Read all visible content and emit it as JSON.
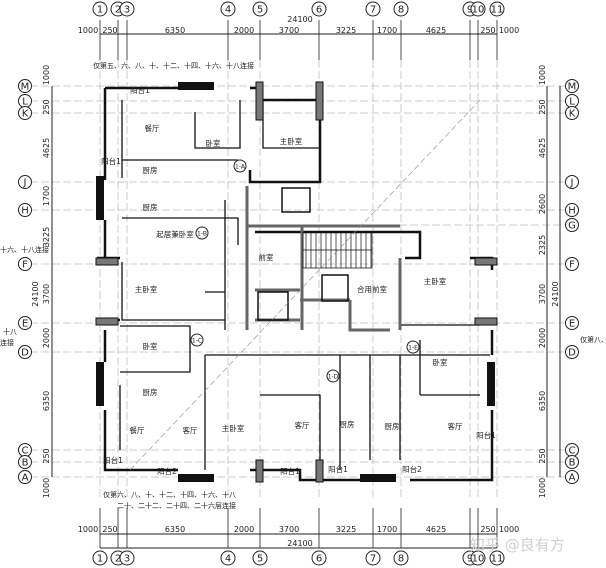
{
  "axes_x": [
    "1",
    "2",
    "3",
    "4",
    "5",
    "6",
    "7",
    "8",
    "9",
    "10",
    "11"
  ],
  "axes_y": [
    "M",
    "L",
    "K",
    "J",
    "H",
    "G",
    "F",
    "E",
    "D",
    "C",
    "B",
    "A"
  ],
  "dims_top": [
    "1000",
    "250",
    "6350",
    "2000",
    "3700",
    "3225",
    "1700",
    "4625",
    "250",
    "1000"
  ],
  "dims_total": "24100",
  "dims_left": [
    "1000",
    "250",
    "4625",
    "1700",
    "3225",
    "3700",
    "2000",
    "6350",
    "250",
    "1000"
  ],
  "dims_right": [
    "1000",
    "250",
    "4625",
    "2600",
    "2325",
    "3700",
    "2000",
    "6350",
    "250",
    "1000"
  ],
  "notes": {
    "top": "仅第五、六、八、十、十二、十四、十六、十八连接",
    "bottom_1": "仅第六、八、十、十二、十四、十六、十八",
    "bottom_2": "二十、二十二、二十四、二十六层连接",
    "left_1": "十六、十八连接",
    "left_2a": "十八",
    "left_2b": "连接",
    "right": "仅第八、"
  },
  "rooms": [
    "阳台1",
    "餐厅",
    "卧室",
    "主卧室",
    "阳台1",
    "厨房",
    "厨房",
    "起居兼卧室",
    "主卧室",
    "卧室",
    "厨房",
    "餐厅",
    "客厅",
    "主卧室",
    "客厅",
    "阳台1",
    "阳台2",
    "阳台1",
    "前室",
    "合用前室",
    "主卧室",
    "卧室",
    "厨房",
    "厨房",
    "客厅",
    "阳台1",
    "阳台2",
    "阳台1"
  ],
  "unit_tags": [
    "1-A",
    "1-B",
    "1-C",
    "1-D",
    "1-E"
  ],
  "watermark": "知乎 @良有方"
}
